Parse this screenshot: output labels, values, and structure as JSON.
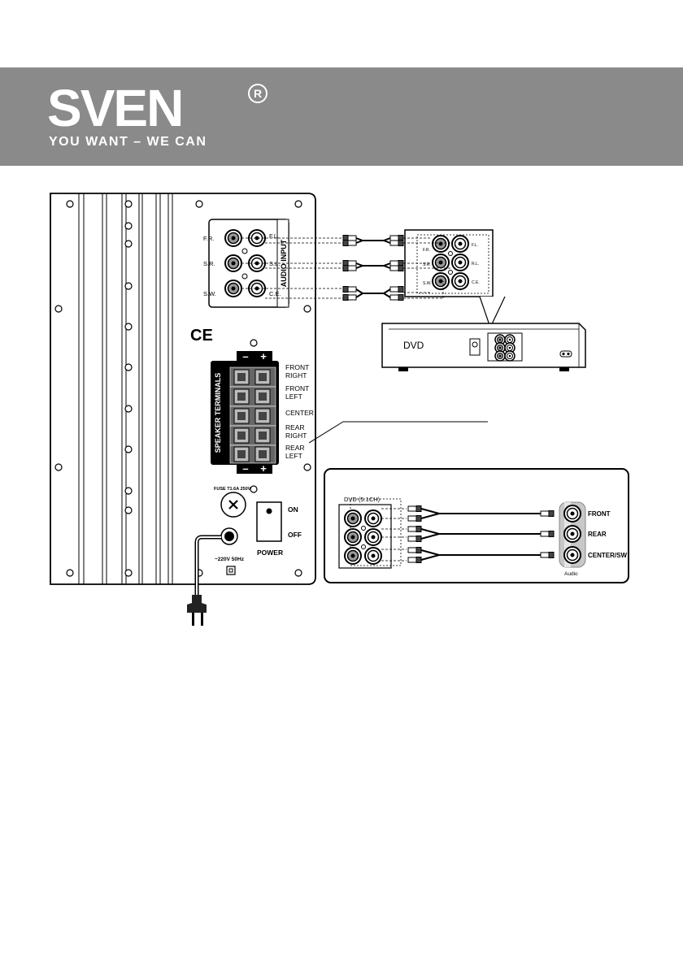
{
  "header": {
    "brand": "SVEN",
    "registered": "R",
    "slogan": "YOU WANT – WE CAN"
  },
  "subwoofer": {
    "audio_input_title": "AUDIO INPUT",
    "input_left_labels": [
      "F.R.",
      "S.R.",
      "S.W."
    ],
    "input_right_labels": [
      "F.L.",
      "S.L.",
      "C.E."
    ],
    "ce_mark": "CE",
    "speaker_terminals_title": "SPEAKER TERMINALS",
    "minus": "–",
    "plus": "+",
    "terminal_labels": [
      [
        "FRONT",
        "RIGHT"
      ],
      [
        "FRONT",
        "LEFT"
      ],
      [
        "CENTER"
      ],
      [
        "REAR",
        "RIGHT"
      ],
      [
        "REAR",
        "LEFT"
      ]
    ],
    "fuse_label": "FUSE T1.6A 250V",
    "on_label": "ON",
    "off_label": "OFF",
    "power_label": "POWER",
    "mains_label": "~220V 50Hz"
  },
  "dvd_player": {
    "label": "DVD",
    "zoom_left_labels": [
      "F.R.",
      "S.R.",
      "S.W."
    ],
    "zoom_right_labels": [
      "F.L.",
      "R.L.",
      "C.E."
    ]
  },
  "connection_inset": {
    "source_label": "DVD (5.1CH)",
    "outputs": [
      "FRONT",
      "REAR",
      "CENTER/SW"
    ],
    "device_label": "Audio"
  }
}
